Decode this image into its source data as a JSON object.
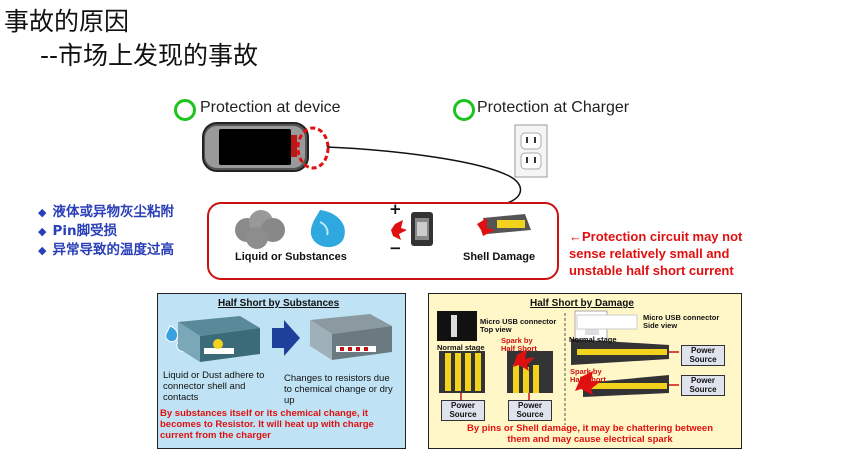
{
  "title": {
    "line1": "事故的原因",
    "line2": "--市场上发现的事故"
  },
  "protection": {
    "device_label": "Protection at device",
    "charger_label": "Protection at Charger"
  },
  "causes": [
    "液体或异物灰尘粘附",
    "Pin脚受损",
    "异常导致的温度过高"
  ],
  "bullet_glyph": "◆",
  "redbox": {
    "liquid_label": "Liquid or Substances",
    "shell_label": "Shell Damage",
    "plus": "+",
    "minus": "−"
  },
  "warning": {
    "line1": "←Protection circuit may not",
    "line2": "sense relatively small and",
    "line3": "unstable half short current"
  },
  "panel_left": {
    "title": "Half Short by Substances",
    "desc1": "Liquid or Dust adhere to connector shell and contacts",
    "desc2": "Changes to resistors due to chemical change or dry up",
    "red": "By substances itself or its chemical change, it becomes to Resistor. It will heat up with charge current from the charger"
  },
  "panel_right": {
    "title": "Half Short by Damage",
    "top_view": "Micro USB connector Top view",
    "side_view": "Micro USB connector Side view",
    "normal_stage": "Normal stage",
    "spark1": "Spark by Half Short",
    "spark2": "Spark by Half Short",
    "power_source": "Power Source",
    "red": "By pins or Shell damage, it may be chattering between them and may cause electrical spark"
  },
  "colors": {
    "accent_red": "#e01010",
    "ring_green": "#1ec41e",
    "bullet_blue": "#2a3fb8"
  }
}
